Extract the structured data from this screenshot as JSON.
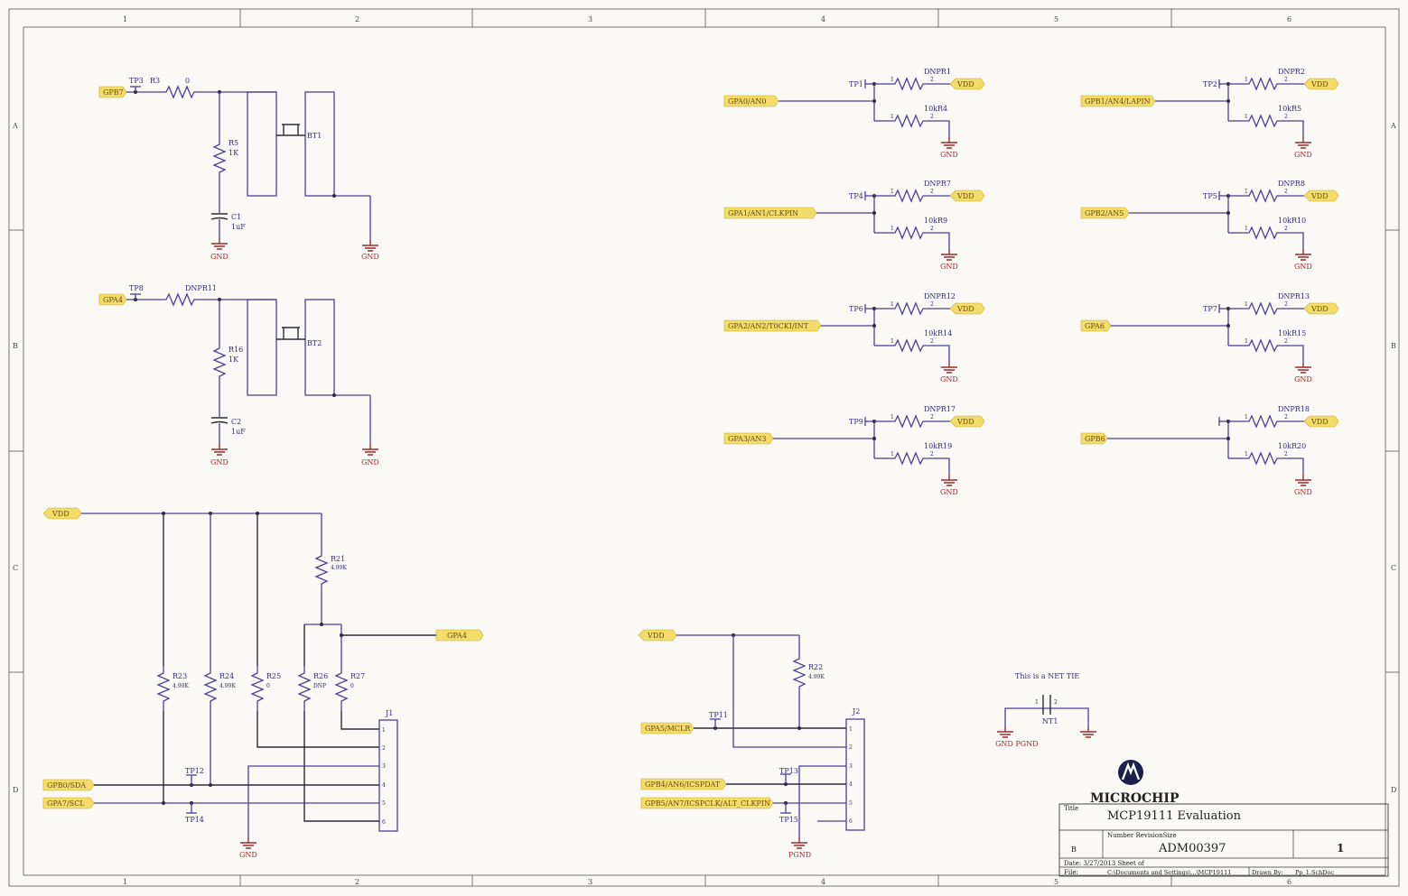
{
  "zones": {
    "columns": [
      "1",
      "2",
      "3",
      "4",
      "5",
      "6"
    ],
    "rows": [
      "A",
      "B",
      "C",
      "D"
    ]
  },
  "nets": {
    "gpb7": "GPB7",
    "gpa4": "GPA4",
    "gpa4_pullup": "GPA4",
    "vdd_left": "VDD",
    "gpb0_sda": "GPB0/SDA",
    "gpa7_scl": "GPA7/SCL",
    "gpa0_an0": "GPA0/AN0",
    "gpa1": "GPA1/AN1/CLKPIN",
    "gpa2": "GPA2/AN2/T0CKI/INT",
    "gpa3": "GPA3/AN3",
    "gpb1": "GPB1/AN4/LAPIN",
    "gpb2": "GPB2/AN5",
    "gpa6": "GPA6",
    "gpb6": "GPB6",
    "vdd_mid": "VDD",
    "gpa5": "GPA5/MCLR",
    "gpb4": "GPB4/AN6/ICSPDAT",
    "gpb5": "GPB5/AN7/ICSPCLK/ALT_CLKPIN",
    "vdd": "VDD",
    "gnd": "GND",
    "pgnd": "PGND"
  },
  "components": {
    "tp3": "TP3",
    "r3": "R3",
    "r3_val": "0",
    "r5": "R5",
    "r5_val": "1K",
    "c1": "C1",
    "c1_val": "1uF",
    "bt1": "BT1",
    "tp8": "TP8",
    "r11": "DNPR11",
    "r16": "R16",
    "r16_val": "1K",
    "c2": "C2",
    "c2_val": "1uF",
    "bt2": "BT2",
    "r21": "R21",
    "r21_val": "4.99K",
    "r23": "R23",
    "r23_val": "4.99K",
    "r24": "R24",
    "r24_val": "4.99K",
    "r25": "R25",
    "r25_val": "0",
    "r26": "R26",
    "r26_val": "DNP",
    "r27": "R27",
    "r27_val": "0",
    "j1": "J1",
    "tp12": "TP12",
    "tp14": "TP14",
    "r22": "R22",
    "r22_val": "4.99K",
    "j2": "J2",
    "tp11": "TP11",
    "tp13": "TP13",
    "tp15": "TP15",
    "nt1": "NT1",
    "nt_note": "This is a NET TIE",
    "gnd_pgnd": "GND PGND"
  },
  "grids": [
    {
      "tp": "TP1",
      "dnp": "DNPR1",
      "pd": "10kR4",
      "net_key": "gpa0_an0"
    },
    {
      "tp": "TP4",
      "dnp": "DNPR7",
      "pd": "10kR9",
      "net_key": "gpa1"
    },
    {
      "tp": "TP6",
      "dnp": "DNPR12",
      "pd": "10kR14",
      "net_key": "gpa2"
    },
    {
      "tp": "TP9",
      "dnp": "DNPR17",
      "pd": "10kR19",
      "net_key": "gpa3"
    },
    {
      "tp": "TP2",
      "dnp": "DNPR2",
      "pd": "10kR5",
      "net_key": "gpb1"
    },
    {
      "tp": "TP5",
      "dnp": "DNPR8",
      "pd": "10kR10",
      "net_key": "gpb2"
    },
    {
      "tp": "TP7",
      "dnp": "DNPR13",
      "pd": "10kR15",
      "net_key": "gpa6"
    },
    {
      "tp": "",
      "dnp": "DNPR18",
      "pd": "10kR20",
      "net_key": "gpb6"
    }
  ],
  "title_block": {
    "logo": "MICROCHIP",
    "title_label": "Title",
    "title": "MCP19111 Evaluation",
    "number_label": "Number RevisionSize",
    "size": "B",
    "number": "ADM00397",
    "revision": "1",
    "date": "Date: 3/27/2013 Sheet  of",
    "file_label": "File:",
    "file": "C:\\Documents and Settings\\...\\MCP19111",
    "drawn_by": "Drawn By:",
    "sheet_file": "Pp_1.SchDoc"
  }
}
